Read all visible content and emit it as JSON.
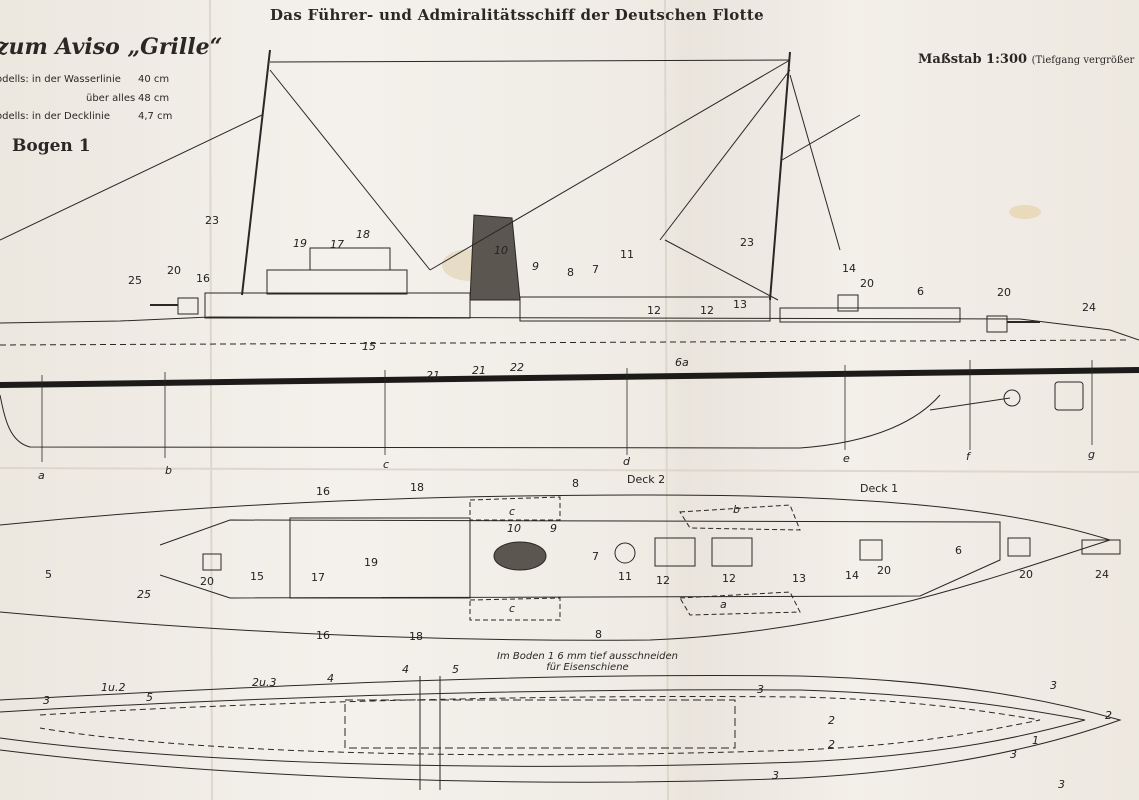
{
  "header": {
    "main_title": "Das Führer- und Admiralitätsschiff der Deutschen Flotte",
    "model_title": "zum Aviso „Grille“",
    "scale": "Maßstab 1:300",
    "scale_note": "(Tiefgang vergrößer",
    "sheet": "Bogen 1"
  },
  "specs": [
    {
      "label": "odells: in der Wasserlinie",
      "value": "40 cm"
    },
    {
      "label": "über alles",
      "value": "48 cm"
    },
    {
      "label": "odells: in der Decklinie",
      "value": "4,7 cm"
    }
  ],
  "side_view_labels": {
    "n23a": "23",
    "n25": "25",
    "n20a": "20",
    "n16": "16",
    "n19": "19",
    "n17": "17",
    "n18": "18",
    "n10": "10",
    "n9": "9",
    "n8": "8",
    "n7": "7",
    "n11": "11",
    "n23b": "23",
    "n14": "14",
    "n20b": "20",
    "n6": "6",
    "n20c": "20",
    "n24": "24",
    "n12a": "12",
    "n12b": "12",
    "n13": "13",
    "n15": "15",
    "n21a": "21",
    "n21b": "21",
    "n22": "22",
    "n6a": "6a"
  },
  "sections": [
    "a",
    "b",
    "c",
    "d",
    "e",
    "f",
    "g"
  ],
  "deck_labels": {
    "deck2": "Deck 2",
    "deck1": "Deck 1",
    "n16a": "16",
    "n18a": "18",
    "n8a": "8",
    "n5": "5",
    "n20a": "20",
    "n25": "25",
    "n15": "15",
    "n17": "17",
    "n19": "19",
    "n10": "10",
    "n9": "9",
    "n7": "7",
    "n11": "11",
    "n12a": "12",
    "n12b": "12",
    "n13": "13",
    "n14": "14",
    "n20b": "20",
    "n6": "6",
    "n20c": "20",
    "n24": "24",
    "n16b": "16",
    "n18b": "18",
    "n8b": "8",
    "ca": "c",
    "cb": "c",
    "b": "b",
    "a": "a"
  },
  "hull_labels": {
    "n3a": "3",
    "n1u2": "1u.2",
    "n5a": "5",
    "n2u3": "2u.3",
    "n4a": "4",
    "n4b": "4",
    "n5b": "5",
    "n3b": "3",
    "n3c": "3",
    "n2a": "2",
    "n2b": "2",
    "n2c": "2",
    "n1": "1",
    "n3d": "3",
    "n3e": "3",
    "n3f": "3"
  },
  "cutout_note": [
    "Im Boden 1 6 mm tief ausschneiden",
    "für Eisenschiene"
  ]
}
